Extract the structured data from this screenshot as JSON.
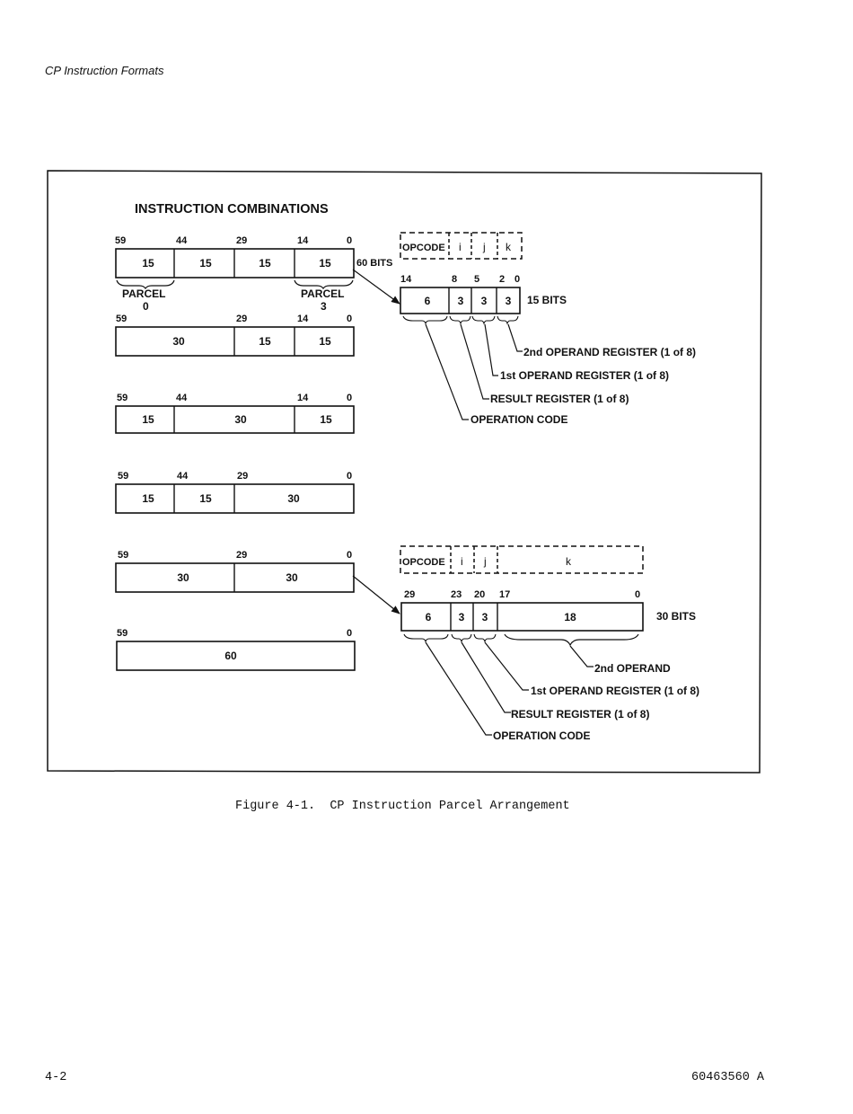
{
  "page": {
    "header": "CP Instruction Formats",
    "caption": "Figure 4-1.  CP Instruction Parcel Arrangement",
    "page_number": "4-2",
    "doc_number": "60463560 A"
  },
  "diagram": {
    "title": "INSTRUCTION COMBINATIONS",
    "combinations": [
      {
        "bit_labels": [
          "59",
          "44",
          "29",
          "14",
          "0"
        ],
        "fields": [
          "15",
          "15",
          "15",
          "15"
        ]
      },
      {
        "bit_labels": [
          "59",
          "29",
          "14",
          "0"
        ],
        "fields": [
          "30",
          "15",
          "15"
        ]
      },
      {
        "bit_labels": [
          "59",
          "44",
          "14",
          "0"
        ],
        "fields": [
          "15",
          "30",
          "15"
        ]
      },
      {
        "bit_labels": [
          "59",
          "44",
          "29",
          "0"
        ],
        "fields": [
          "15",
          "15",
          "30"
        ]
      },
      {
        "bit_labels": [
          "59",
          "29",
          "0"
        ],
        "fields": [
          "30",
          "30"
        ]
      },
      {
        "bit_labels": [
          "59",
          "0"
        ],
        "fields": [
          "60"
        ]
      }
    ],
    "parcel_labels": [
      {
        "word": "PARCEL",
        "num": "0"
      },
      {
        "word": "PARCEL",
        "num": "3"
      }
    ],
    "sixty_bits_label": "60 BITS",
    "format_15": {
      "dashed_labels": [
        "OPCODE",
        "i",
        "j",
        "k"
      ],
      "bit_labels": [
        "14",
        "8",
        "5",
        "2",
        "0"
      ],
      "fields": [
        "6",
        "3",
        "3",
        "3"
      ],
      "size_label": "15 BITS",
      "annotations": [
        "2nd OPERAND REGISTER (1 of 8)",
        "1st OPERAND REGISTER (1 of 8)",
        "RESULT REGISTER (1 of 8)",
        "OPERATION CODE"
      ]
    },
    "format_30": {
      "dashed_labels": [
        "OPCODE",
        "i",
        "j",
        "k"
      ],
      "bit_labels": [
        "29",
        "23",
        "20",
        "17",
        "0"
      ],
      "fields": [
        "6",
        "3",
        "3",
        "18"
      ],
      "size_label": "30 BITS",
      "annotations": [
        "2nd OPERAND",
        "1st OPERAND REGISTER (1 of 8)",
        "RESULT REGISTER (1 of 8)",
        "OPERATION CODE"
      ]
    }
  }
}
